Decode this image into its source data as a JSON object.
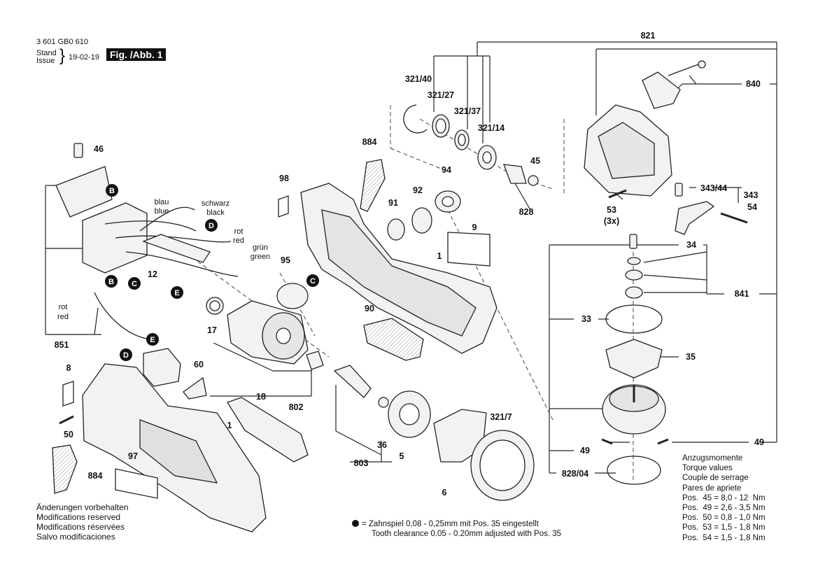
{
  "header": {
    "part_number": "3 601 GB0 610",
    "stand_label": "Stand",
    "issue_label": "Issue",
    "date": "19-02-19",
    "figure": "Fig. /Abb. 1"
  },
  "labels": {
    "p821": "821",
    "p840": "840",
    "p321_40": "321/40",
    "p321_27": "321/27",
    "p321_37": "321/37",
    "p321_14": "321/14",
    "p884a": "884",
    "p884b": "884",
    "p46": "46",
    "p45": "45",
    "p94": "94",
    "p98": "98",
    "p92": "92",
    "p91": "91",
    "p828": "828",
    "p343_44": "343/44",
    "p343": "343",
    "p54": "54",
    "p53": "53",
    "p53x": "(3x)",
    "p9": "9",
    "p34": "34",
    "p12": "12",
    "p95": "95",
    "p1a": "1",
    "p1b": "1",
    "p841": "841",
    "p17": "17",
    "p90": "90",
    "p33": "33",
    "p851": "851",
    "p35": "35",
    "p8": "8",
    "p60": "60",
    "p18": "18",
    "p802": "802",
    "p321_7": "321/7",
    "p50": "50",
    "p36": "36",
    "p49a": "49",
    "p49b": "49",
    "p97": "97",
    "p803": "803",
    "p5": "5",
    "p828_04": "828/04",
    "p6": "6"
  },
  "wires": {
    "blau": "blau",
    "blue": "blue",
    "schwarz": "schwarz",
    "black": "black",
    "rot1": "rot",
    "red1": "red",
    "gruen": "grün",
    "green": "green",
    "rot2": "rot",
    "red2": "red"
  },
  "markers": {
    "B1": "B",
    "B2": "B",
    "C1": "C",
    "C2": "C",
    "D1": "D",
    "D2": "D",
    "E1": "E",
    "E2": "E"
  },
  "notes": [
    "Änderungen vorbehalten",
    "Modifications reserved",
    "Modifications réservées",
    "Salvo modificaciones"
  ],
  "tooth_clearance": {
    "de": "= Zahnspiel 0,08 - 0,25mm mit Pos. 35 eingestellt",
    "en": "Tooth clearance 0.05 - 0.20mm adjusted with Pos. 35"
  },
  "torque": {
    "titles": [
      "Anzugsmomente",
      "Torque values",
      "Couple de serrage",
      "Pares de apriete"
    ],
    "rows": [
      "Pos.  45 = 8,0 - 12  Nm",
      "Pos.  49 = 2,6 - 3,5 Nm",
      "Pos.  50 = 0,8 - 1,0 Nm",
      "Pos.  53 = 1,5 - 1,8 Nm",
      "Pos.  54 = 1,5 - 1,8 Nm"
    ]
  }
}
